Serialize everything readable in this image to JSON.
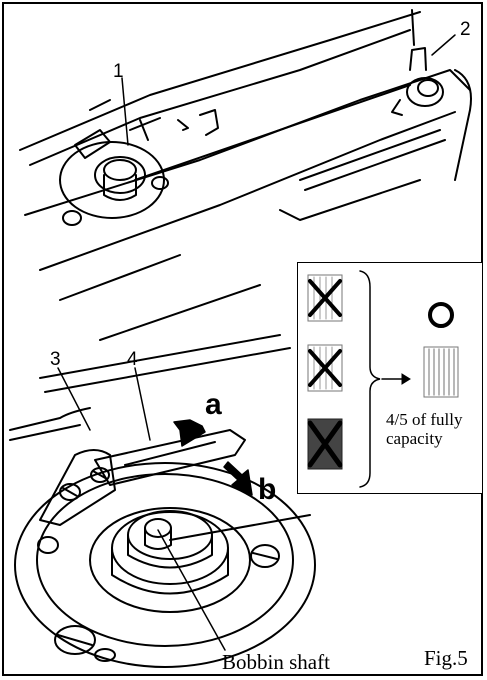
{
  "callouts": {
    "c1": "1",
    "c2": "2",
    "c3": "3",
    "c4": "4"
  },
  "directions": {
    "a": "a",
    "b": "b"
  },
  "inset": {
    "capacity_line1": "4/5 of fully",
    "capacity_line2": "capacity",
    "bad_marks": [
      "cross-icon",
      "cross-icon",
      "cross-icon"
    ],
    "good_mark": "circle-icon"
  },
  "labels": {
    "bobbin_shaft": "Bobbin shaft",
    "figure": "Fig.5"
  }
}
